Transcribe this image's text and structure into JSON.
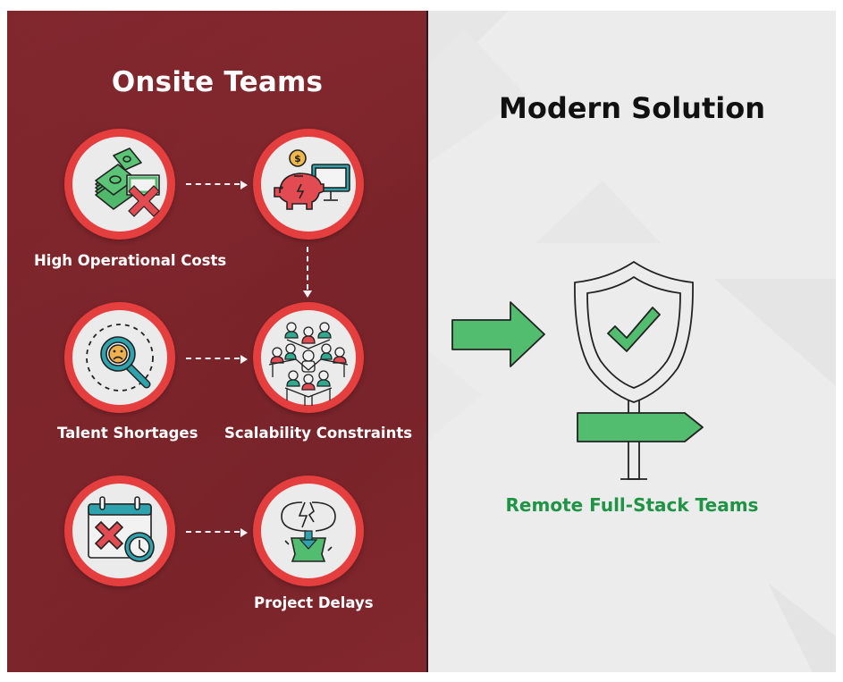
{
  "left_panel": {
    "title": "Onsite Teams",
    "nodes": [
      {
        "id": "costs",
        "label": "High Operational Costs",
        "icon": "money-stack-x-icon"
      },
      {
        "id": "budget",
        "label": "",
        "icon": "broken-piggy-bank-computer-icon"
      },
      {
        "id": "talent",
        "label": "Talent Shortages",
        "icon": "magnifier-sad-face-icon"
      },
      {
        "id": "scalability",
        "label": "Scalability Constraints",
        "icon": "crowded-team-tables-icon"
      },
      {
        "id": "schedule",
        "label": "",
        "icon": "calendar-x-clock-icon"
      },
      {
        "id": "delays",
        "label": "Project Delays",
        "icon": "broken-block-pushed-down-icon"
      }
    ],
    "connectors": [
      {
        "from": "costs",
        "to": "budget",
        "style": "dashed-arrow"
      },
      {
        "from": "budget",
        "to": "scalability",
        "style": "dashed-arrow"
      },
      {
        "from": "talent",
        "to": "scalability",
        "style": "dashed-arrow"
      },
      {
        "from": "schedule",
        "to": "delays",
        "style": "dashed-arrow"
      }
    ]
  },
  "right_panel": {
    "title": "Modern Solution",
    "transition_icon": "green-right-arrow-icon",
    "solution_icon": "shield-check-signpost-icon",
    "solution_label": "Remote Full-Stack Teams"
  },
  "colors": {
    "left_background": "#7f262c",
    "right_background": "#ececec",
    "node_ring": "#e53e3e",
    "node_fill": "#ebebeb",
    "accent_green": "#52bd6f",
    "solution_text": "#1f9445",
    "teal": "#2fa3ad"
  }
}
